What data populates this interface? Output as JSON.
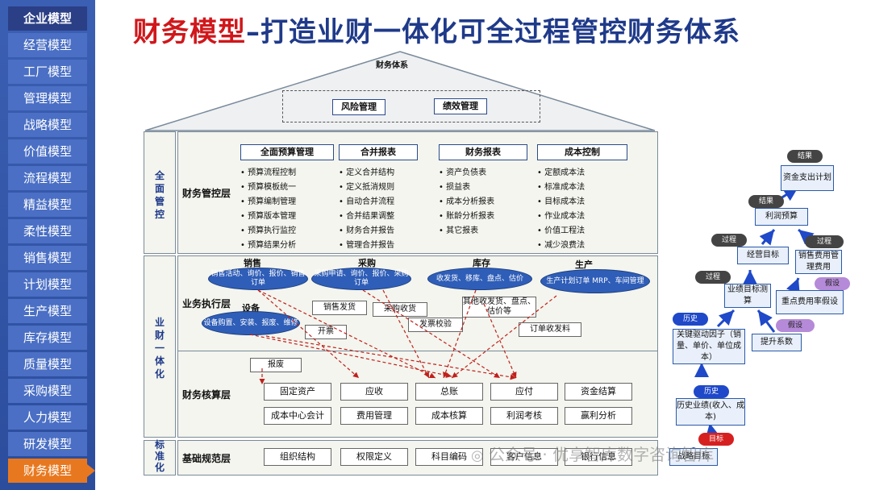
{
  "sidebar": {
    "items": [
      "企业模型",
      "经营模型",
      "工厂模型",
      "管理模型",
      "战略模型",
      "价值模型",
      "流程模型",
      "精益模型",
      "柔性模型",
      "销售模型",
      "计划模型",
      "生产模型",
      "库存模型",
      "质量模型",
      "采购模型",
      "人力模型",
      "研发模型",
      "财务模型"
    ],
    "active_index": 17
  },
  "title": {
    "part1": "财务模型",
    "part2": "–打造业财一体化可全过程管控财务体系"
  },
  "roof": {
    "label": "财务体系",
    "items": [
      "风险管理",
      "绩效管理"
    ]
  },
  "sections": {
    "full": {
      "label": "全\n面\n管\n控"
    },
    "biz": {
      "label": "业\n财\n一\n体\n化"
    },
    "std": {
      "label": "标\n准\n化"
    }
  },
  "mgmt_layer": {
    "label": "财务管控层",
    "columns": [
      {
        "header": "全面预算管理",
        "items": [
          "预算流程控制",
          "预算模板统一",
          "预算编制管理",
          "预算版本管理",
          "预算执行监控",
          "预算结果分析"
        ]
      },
      {
        "header": "合并报表",
        "items": [
          "定义合并结构",
          "定义抵消规则",
          "自动合并流程",
          "合并结果调整",
          "财务合并报告",
          "管理合并报告"
        ]
      },
      {
        "header": "财务报表",
        "items": [
          "资产负债表",
          "损益表",
          "成本分析报表",
          "账龄分析报表",
          "其它报表"
        ]
      },
      {
        "header": "成本控制",
        "items": [
          "定额成本法",
          "标准成本法",
          "目标成本法",
          "作业成本法",
          "价值工程法",
          "减少浪费法"
        ]
      }
    ]
  },
  "exec_layer": {
    "label": "业务执行层",
    "groups": [
      {
        "title": "销售",
        "text": "销售活动、询价、报价、销售订单"
      },
      {
        "title": "采购",
        "text": "采购申请、询价、报价、采购订单"
      },
      {
        "title": "库存",
        "text": "收发货、移库、盘点、估价"
      },
      {
        "title": "生产",
        "text": "生产计划订单 MRP、车间管理"
      },
      {
        "title": "设备",
        "text": "设备购置、安装、报废、维修"
      }
    ],
    "tags": [
      "销售发货",
      "采购收货",
      "其他收发货、盘点、估价等",
      "发票校验",
      "订单收发料",
      "开票",
      "报废"
    ]
  },
  "acct_layer": {
    "label": "财务核算层",
    "row1": [
      "固定资产",
      "应收",
      "总账",
      "应付",
      "资金结算"
    ],
    "row2": [
      "成本中心会计",
      "费用管理",
      "成本核算",
      "利润考核",
      "赢利分析"
    ]
  },
  "base_layer": {
    "label": "基础规范层",
    "items": [
      "组织结构",
      "权限定义",
      "科目编码",
      "客户信息",
      "银行信息"
    ]
  },
  "flow": {
    "boxes": {
      "fund": "资金支出计划",
      "profit": "利润预算",
      "target": "经营目标",
      "salesfee": "销售费用管理费用",
      "perf": "业绩目标测算",
      "ratio": "重点费用率假设",
      "kdf": "关键驱动因子（销量、单价、单位成本）",
      "raise": "提升系数",
      "hist": "历史业绩(收入、成本)",
      "strategy": "战略目标"
    },
    "pills": {
      "result1": "结果",
      "result2": "结果",
      "process1": "过程",
      "process2": "过程",
      "process3": "过程",
      "assume1": "假设",
      "assume2": "假设",
      "history1": "历史",
      "history2": "历史",
      "target": "目标"
    }
  },
  "watermark": "公众号 · 优享智库数字咨询智库",
  "colors": {
    "accent": "#2f5eb8",
    "title_red": "#d0171b",
    "title_blue": "#1f3a8a",
    "active": "#e8781f"
  }
}
